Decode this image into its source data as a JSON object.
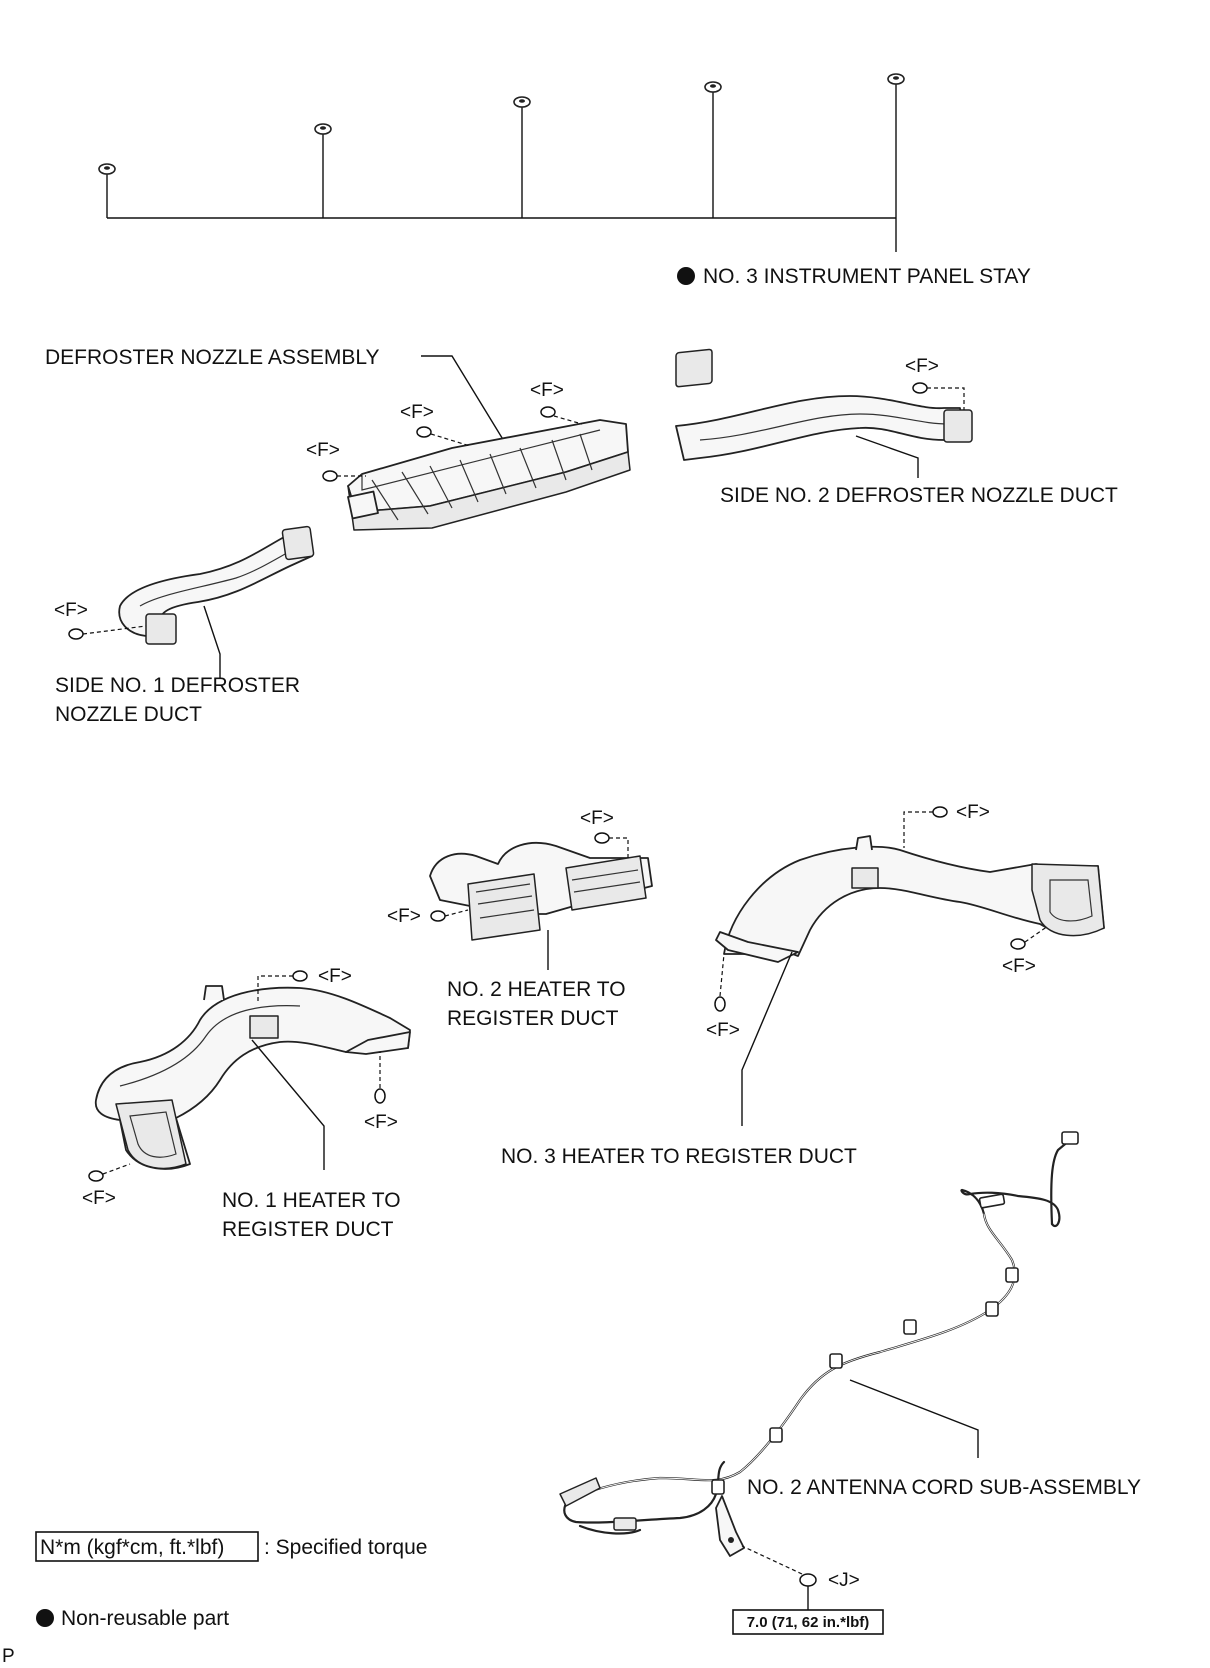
{
  "labels": {
    "panel_stay": "NO. 3 INSTRUMENT PANEL STAY",
    "defroster_nozzle": "DEFROSTER NOZZLE ASSEMBLY",
    "side2_duct": "SIDE NO. 2 DEFROSTER NOZZLE DUCT",
    "side1_duct_line1": "SIDE NO. 1 DEFROSTER",
    "side1_duct_line2": "NOZZLE DUCT",
    "heater2_line1": "NO. 2 HEATER TO",
    "heater2_line2": "REGISTER DUCT",
    "heater3": "NO. 3 HEATER TO REGISTER DUCT",
    "heater1_line1": "NO. 1 HEATER TO",
    "heater1_line2": "REGISTER DUCT",
    "antenna_cord": "NO. 2 ANTENNA CORD SUB-ASSEMBLY"
  },
  "fastener_codes": {
    "f": "<F>",
    "j": "<J>"
  },
  "torque_value": "7.0 (71, 62 in.*lbf)",
  "legend": {
    "torque_box": "N*m (kgf*cm, ft.*lbf)",
    "torque_desc": ": Specified torque",
    "non_reusable_desc": "Non-reusable part"
  },
  "corner_mark": "P"
}
